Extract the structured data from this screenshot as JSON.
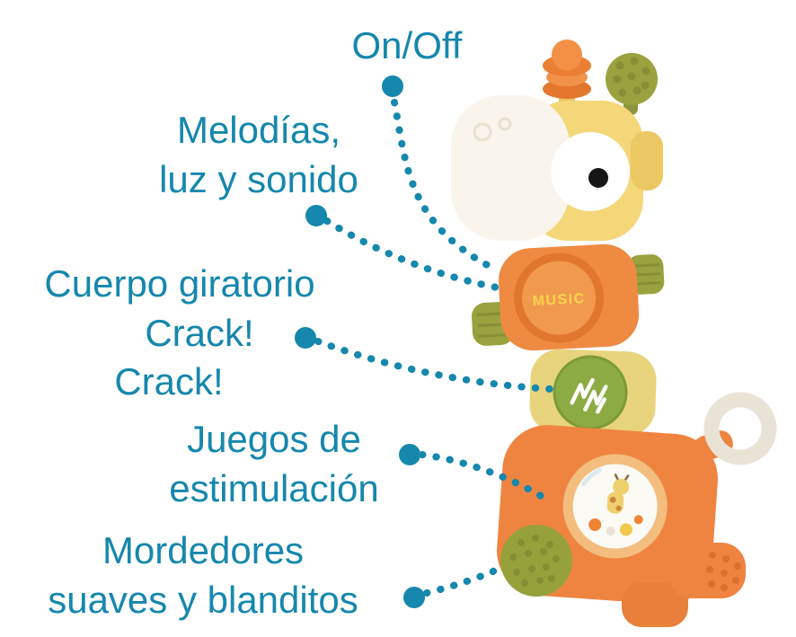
{
  "page": {
    "background": "#ffffff"
  },
  "colors": {
    "callout_teal": "#1687ad",
    "toy_orange": "#ef8a42",
    "toy_orange_dark": "#e1772f",
    "toy_yellow": "#f4d779",
    "toy_cream": "#f9f5ec",
    "toy_olive": "#9aa23f",
    "toy_green": "#8cab42",
    "ring_gray": "#e9e3d6",
    "music_text_yellow": "#f8d54a"
  },
  "labels": {
    "on_off": "On/Off",
    "melodias_line1": "Melodías,",
    "melodias_line2": "luz y sonido",
    "cuerpo_line1": "Cuerpo giratorio",
    "cuerpo_line2": "Crack!",
    "cuerpo_line3": "Crack!",
    "juegos_line1": "Juegos de",
    "juegos_line2": "estimulación",
    "mordedores_line1": "Mordedores",
    "mordedores_line2": "suaves y blanditos"
  },
  "toy": {
    "music_button_text": "MUSIC"
  }
}
